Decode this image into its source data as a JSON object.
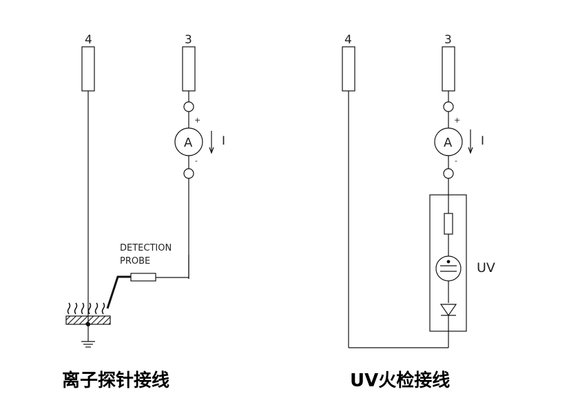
{
  "left_circuit": {
    "terminal_left": "4",
    "terminal_right": "3",
    "meter": "A",
    "plus": "+",
    "minus": "-",
    "current": "I",
    "probe_line1": "DETECTION",
    "probe_line2": "PROBE",
    "caption": "离子探针接线"
  },
  "right_circuit": {
    "terminal_left": "4",
    "terminal_right": "3",
    "meter": "A",
    "plus": "+",
    "minus": "-",
    "current": "I",
    "uv_label": "UV",
    "caption": "UV火检接线"
  }
}
